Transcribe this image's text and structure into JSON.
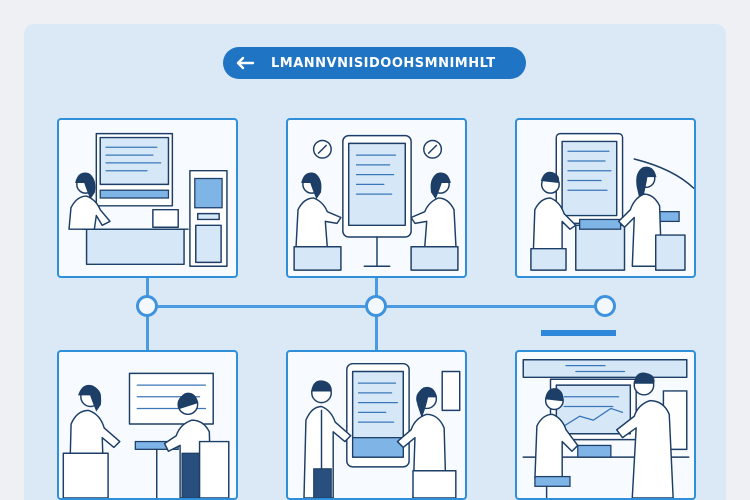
{
  "header": {
    "title": "LMANNVNISIDOOHSMNIMHLT",
    "back_icon": "arrow-left-icon",
    "pill_color": "#1f74c4"
  },
  "colors": {
    "board_bg": "#dbe9f6",
    "panel_border": "#2f8fd8",
    "timeline": "#4a9be0",
    "ink": "#1d3e66"
  },
  "panels": [
    {
      "scene": "patient-at-desk-with-kiosk"
    },
    {
      "scene": "two-people-discussing-at-display"
    },
    {
      "scene": "doctor-and-patient-at-whiteboard"
    },
    {
      "scene": "consultation-at-table"
    },
    {
      "scene": "doctor-showing-chart-to-patient"
    },
    {
      "scene": "doctor-and-patient-at-monitor"
    }
  ],
  "timeline": {
    "nodes": 3
  }
}
